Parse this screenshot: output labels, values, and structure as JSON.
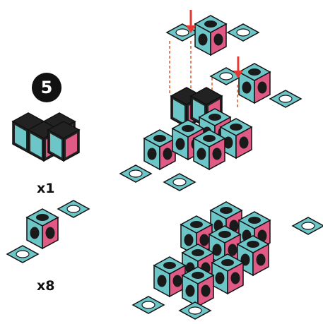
{
  "step": {
    "number": "5"
  },
  "parts": [
    {
      "name": "cube-cluster-part",
      "quantity_label": "x1"
    },
    {
      "name": "single-cube-strip-part",
      "quantity_label": "x8"
    }
  ],
  "colors": {
    "teal": "#6cc5c7",
    "pink": "#e05a86",
    "dark": "#222222",
    "outline": "#111111",
    "arrow": "#e53935",
    "guide": "#e05a2a"
  }
}
